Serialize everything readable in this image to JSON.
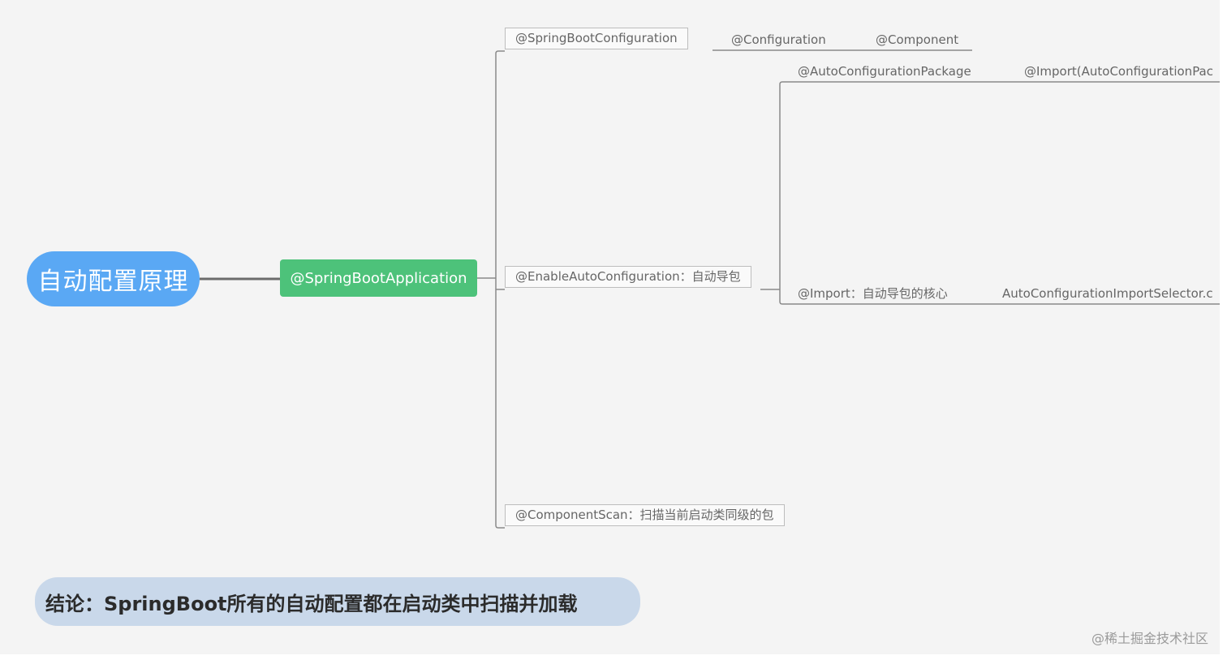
{
  "root": {
    "label": "自动配置原理"
  },
  "main": {
    "label": "@SpringBootApplication"
  },
  "branches": {
    "spring_boot_configuration": "@SpringBootConfiguration",
    "configuration": "@Configuration",
    "component": "@Component",
    "enable_auto_configuration": "@EnableAutoConfiguration：自动导包",
    "auto_configuration_package": "@AutoConfigurationPackage",
    "import_auto_configuration_package": "@Import(AutoConfigurationPac",
    "import_core": "@Import：自动导包的核心",
    "import_selector": "AutoConfigurationImportSelector.c",
    "component_scan": "@ComponentScan：扫描当前启动类同级的包"
  },
  "conclusion": {
    "label": "结论：SpringBoot所有的自动配置都在启动类中扫描并加载"
  },
  "watermark": {
    "label": "@稀土掘金技术社区"
  },
  "colors": {
    "root": "#5aa8f4",
    "main": "#4dc27a",
    "conclusion": "#c9d8ea",
    "line": "#6b6b6b",
    "background": "#f4f4f4"
  }
}
